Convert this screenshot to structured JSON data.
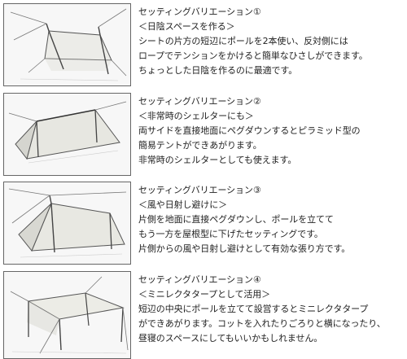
{
  "variations": [
    {
      "illustration": "tarp-half-shade-icon",
      "title": "セッティングバリエーション①",
      "subtitle": "＜日陰スペースを作る＞",
      "lines": [
        "シートの片方の短辺にポールを2本使い、反対側には",
        "ロープでテンションをかけると簡単なひさしができます。",
        "ちょっとした日陰を作るのに最適です。"
      ]
    },
    {
      "illustration": "tarp-a-frame-shelter-icon",
      "title": "セッティングバリエーション②",
      "subtitle": "＜非常時のシェルターにも＞",
      "lines": [
        "両サイドを直接地面にペグダウンするとピラミッド型の",
        "簡易テントができあがります。",
        "非常時のシェルターとしても使えます。"
      ]
    },
    {
      "illustration": "tarp-windbreak-icon",
      "title": "セッティングバリエーション③",
      "subtitle": "＜風や日射し避けに＞",
      "lines": [
        "片側を地面に直接ペグダウンし、ポールを立てて",
        "もう一方を屋根型に下げたセッティングです。",
        "片側からの風や日射し避けとして有効な張り方です。"
      ]
    },
    {
      "illustration": "tarp-mini-lecta-icon",
      "title": "セッティングバリエーション④",
      "subtitle": "＜ミニレクタタープとして活用＞",
      "lines": [
        "短辺の中央にポールを立てて設営するとミニレクタタープ",
        "ができあがります。コットを入れたりごろりと横になったり、",
        "昼寝のスペースにしてもいいかもしれません。"
      ]
    }
  ]
}
